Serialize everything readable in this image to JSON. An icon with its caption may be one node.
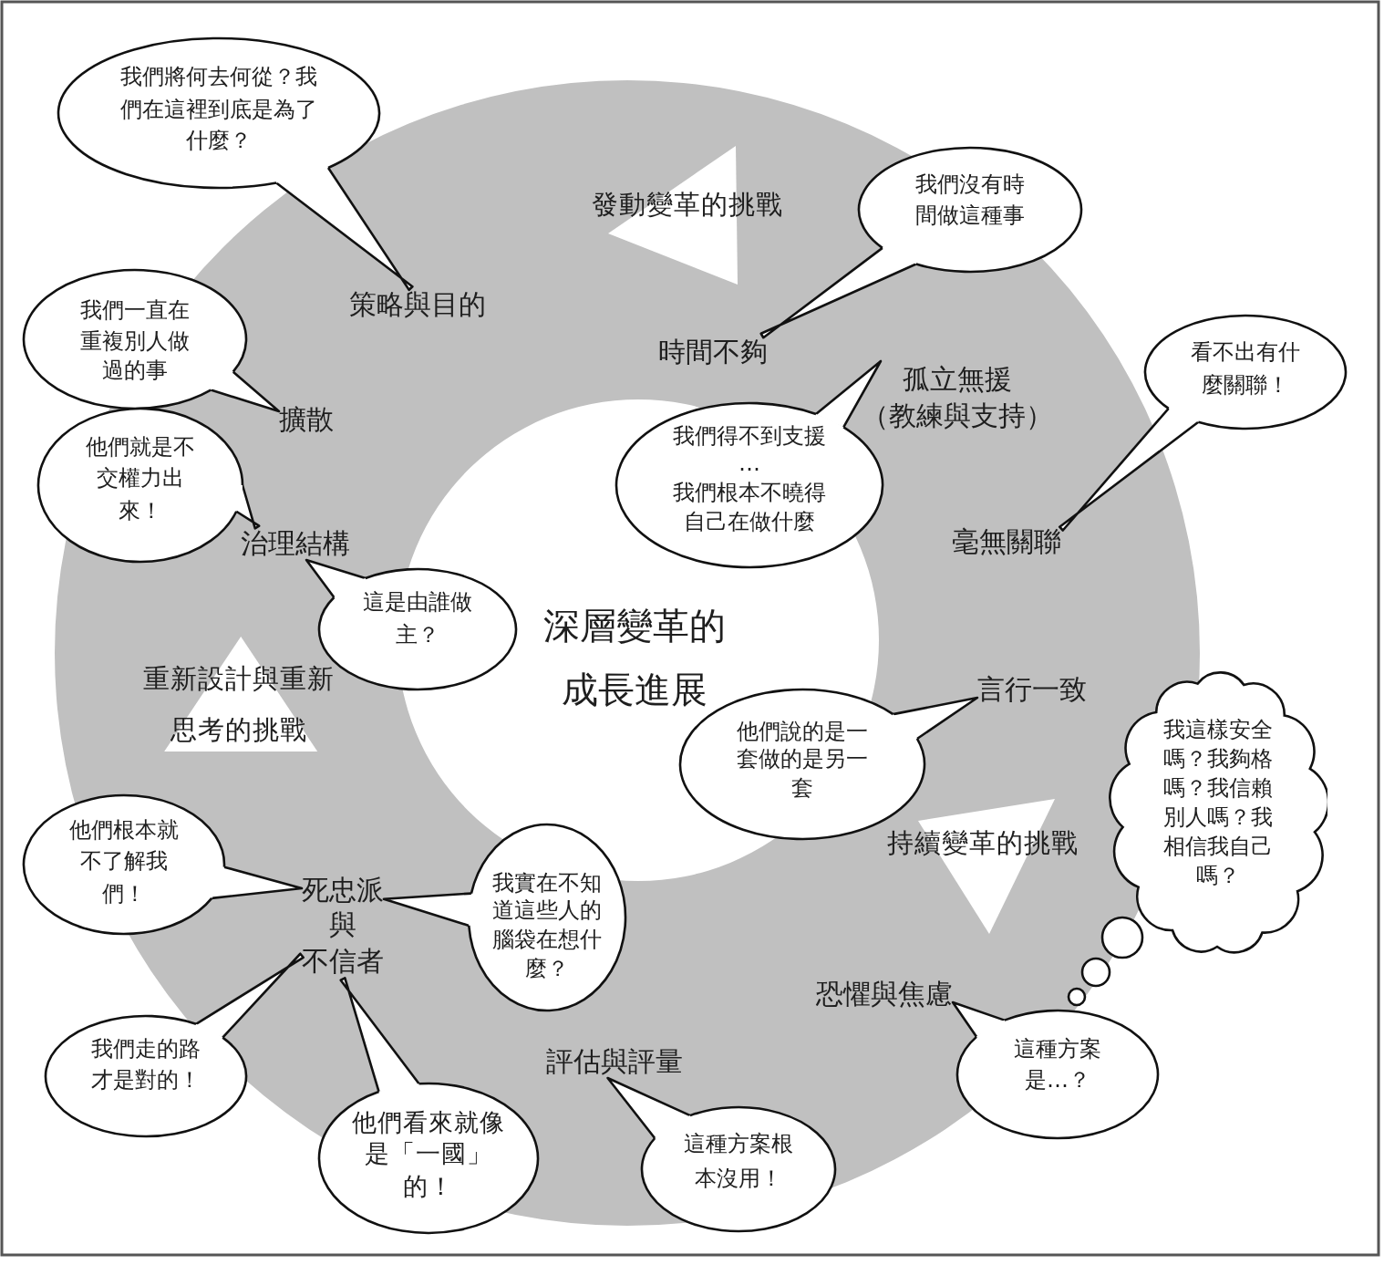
{
  "diagram": {
    "title": "深層變革的成長進展",
    "nodes": [
      {
        "text": [
          "我們將何去何從？我們在這裡到底是為了什麼？"
        ]
      },
      {
        "text": [
          "發動變革的挑戰"
        ]
      },
      {
        "text": [
          "我們沒有時間做這種事"
        ]
      },
      {
        "text": [
          "策略與目的"
        ]
      },
      {
        "text": [
          "我們一直在重複別人做過的事"
        ]
      },
      {
        "text": [
          "看不出有什麼關聯！"
        ]
      },
      {
        "text": [
          "時間不夠"
        ]
      },
      {
        "text": [
          "孤立無援",
          "（教練與支持）"
        ]
      },
      {
        "text": [
          "他們就是不交權力出來！"
        ]
      },
      {
        "text": [
          "擴散"
        ]
      },
      {
        "text": [
          "我們得不到支援",
          "…",
          "我們根本不曉得自己在做什麼"
        ]
      },
      {
        "text": [
          "毫無關聯"
        ]
      },
      {
        "text": [
          "治理結構"
        ]
      },
      {
        "text": [
          "這是由誰做主？"
        ]
      },
      {
        "text": [
          "重新設計與重新思考的挑戰"
        ]
      },
      {
        "text": [
          "言行一致"
        ]
      },
      {
        "text": [
          "我這樣安全嗎？我夠格嗎？我信賴別人嗎？我相信我自己嗎？"
        ]
      },
      {
        "text": [
          "他們說的是一套做的是另一套"
        ]
      },
      {
        "text": [
          "持續變革的挑戰"
        ]
      },
      {
        "text": [
          "他們根本就不了解我們！"
        ]
      },
      {
        "text": [
          "我實在不知道這些人的腦袋在想什麼？"
        ]
      },
      {
        "text": [
          "死忠派",
          "與",
          "不信者"
        ]
      },
      {
        "text": [
          "恐懼與焦慮"
        ]
      },
      {
        "text": [
          "這種方案是…？"
        ]
      },
      {
        "text": [
          "我們走的路才是對的！"
        ]
      },
      {
        "text": [
          "評估與評量"
        ]
      },
      {
        "text": [
          "他們看來就像是「一國」的！"
        ]
      },
      {
        "text": [
          "這種方案根本沒用！"
        ]
      }
    ],
    "edges": [
      {
        "from": 0,
        "to": 3,
        "arrow": "none"
      },
      {
        "from": 2,
        "to": 6,
        "arrow": "none"
      },
      {
        "from": 4,
        "to": 9,
        "arrow": "to"
      },
      {
        "from": 5,
        "to": 11,
        "arrow": "none"
      },
      {
        "from": 8,
        "to": 12,
        "arrow": "none"
      },
      {
        "from": 10,
        "to": 7,
        "arrow": "to"
      },
      {
        "from": 13,
        "to": 12,
        "arrow": "to"
      },
      {
        "from": 17,
        "to": 15,
        "arrow": "to"
      },
      {
        "from": 23,
        "to": 22,
        "arrow": "to"
      },
      {
        "from": 19,
        "to": 21,
        "arrow": "to"
      },
      {
        "from": 20,
        "to": 21,
        "arrow": "to"
      },
      {
        "from": 24,
        "to": 21,
        "arrow": "none"
      },
      {
        "from": 26,
        "to": 21,
        "arrow": "none"
      },
      {
        "from": 27,
        "to": 25,
        "arrow": "to"
      }
    ]
  }
}
